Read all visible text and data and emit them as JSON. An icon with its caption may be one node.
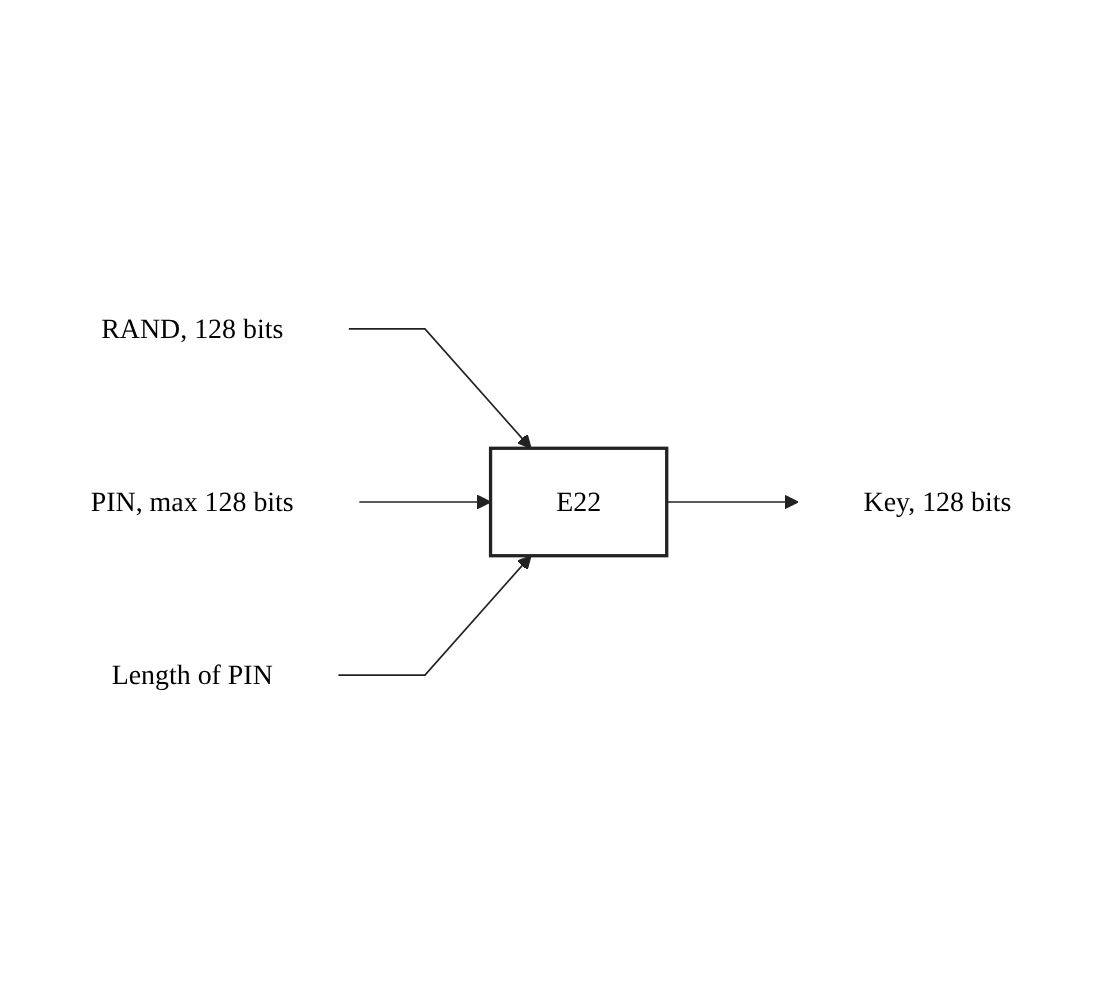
{
  "diagram": {
    "nodes": [
      {
        "text": [
          "RAND, 128 bits"
        ]
      },
      {
        "text": [
          "PIN, max 128 bits"
        ]
      },
      {
        "text": [
          "Length of PIN"
        ]
      },
      {
        "text": [
          "E22"
        ]
      },
      {
        "text": [
          "Key, 128 bits"
        ]
      }
    ],
    "edges": [
      {
        "from": 0,
        "to": 3,
        "arrow": "to"
      },
      {
        "from": 1,
        "to": 3,
        "arrow": "to"
      },
      {
        "from": 2,
        "to": 3,
        "arrow": "to"
      },
      {
        "from": 3,
        "to": 4,
        "arrow": "to"
      }
    ]
  }
}
